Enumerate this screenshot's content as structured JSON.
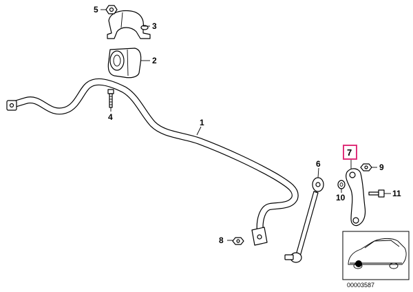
{
  "diagram": {
    "callouts": [
      {
        "id": "1",
        "label": "1"
      },
      {
        "id": "2",
        "label": "2"
      },
      {
        "id": "3",
        "label": "3"
      },
      {
        "id": "4",
        "label": "4"
      },
      {
        "id": "5",
        "label": "5"
      },
      {
        "id": "6",
        "label": "6"
      },
      {
        "id": "7",
        "label": "7"
      },
      {
        "id": "8",
        "label": "8"
      },
      {
        "id": "9",
        "label": "9"
      },
      {
        "id": "10",
        "label": "10"
      },
      {
        "id": "11",
        "label": "11"
      }
    ],
    "selected_callout": "7",
    "highlight_color": "#e0307a",
    "inset_caption": "00003587"
  }
}
